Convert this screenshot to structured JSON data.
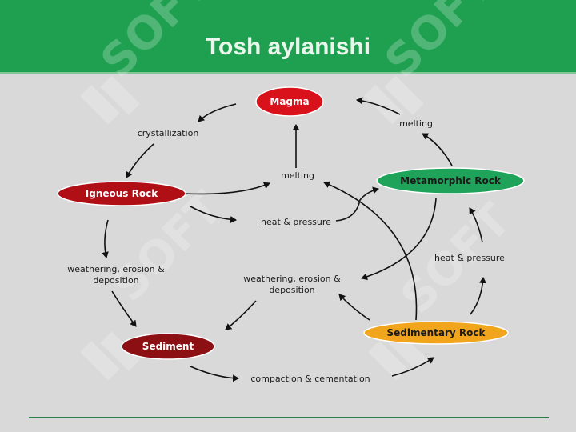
{
  "slide": {
    "title": "Tosh aylanishi"
  },
  "watermark": {
    "text": "SOFT"
  },
  "diagram": {
    "nodes": {
      "magma": "Magma",
      "igneous": "Igneous Rock",
      "metamorphic": "Metamorphic Rock",
      "sediment": "Sediment",
      "sedimentary": "Sedimentary Rock"
    },
    "labels": {
      "crystallization": "crystallization",
      "melting_center": "melting",
      "melting_right": "melting",
      "heat_pressure_center": "heat & pressure",
      "heat_pressure_right": "heat & pressure",
      "weathering_left_1": "weathering, erosion &",
      "weathering_left_2": "deposition",
      "weathering_center_1": "weathering, erosion &",
      "weathering_center_2": "deposition",
      "compaction": "compaction & cementation"
    },
    "colors": {
      "magma": "#d8111b",
      "igneous": "#b10f16",
      "metamorphic": "#1fa35a",
      "sediment": "#8c0f14",
      "sedimentary": "#f0a51c"
    }
  }
}
